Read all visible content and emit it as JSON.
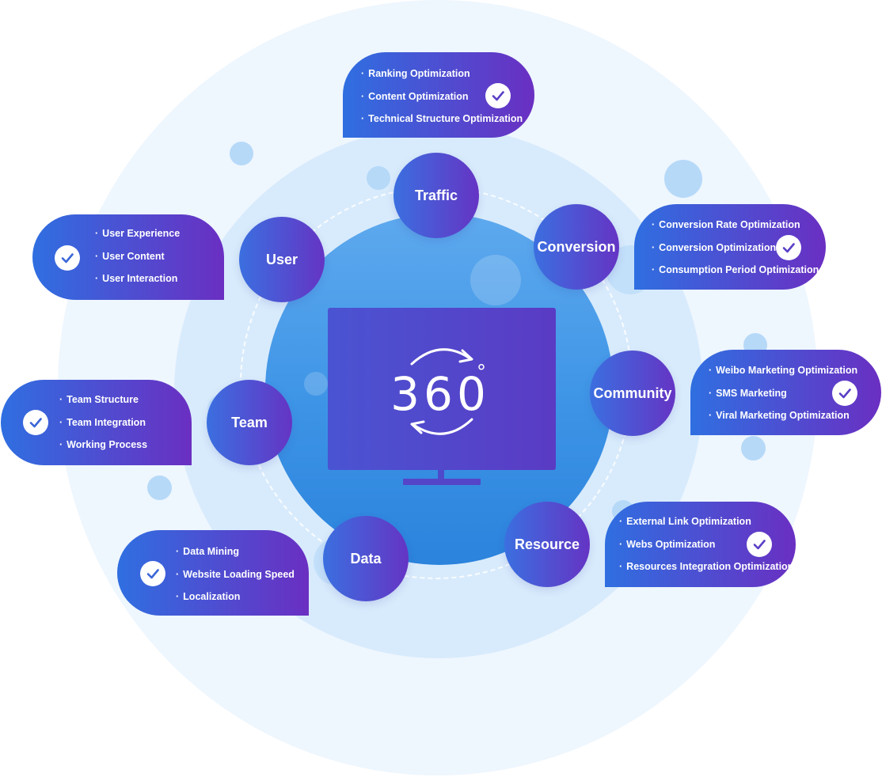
{
  "center": {
    "display_text": "360",
    "degree_symbol": "°"
  },
  "colors": {
    "card_gradient_start": "#2f6fe1",
    "card_gradient_end": "#6a2fc2",
    "outer_ring": "#eef6fe",
    "middle_ring": "#d8ebfc",
    "inner_circle": "#3d94e6"
  },
  "nodes": [
    {
      "id": "traffic",
      "label": "Traffic"
    },
    {
      "id": "conversion",
      "label": "Conversion"
    },
    {
      "id": "community",
      "label": "Community"
    },
    {
      "id": "resource",
      "label": "Resource"
    },
    {
      "id": "data",
      "label": "Data"
    },
    {
      "id": "team",
      "label": "Team"
    },
    {
      "id": "user",
      "label": "User"
    }
  ],
  "cards": {
    "traffic": {
      "items": [
        "Ranking Optimization",
        "Content Optimization",
        "Technical Structure Optimization"
      ],
      "icon": "check-icon"
    },
    "conversion": {
      "items": [
        "Conversion Rate Optimization",
        "Conversion Optimization",
        "Consumption Period Optimization"
      ],
      "icon": "check-icon"
    },
    "community": {
      "items": [
        "Weibo Marketing Optimization",
        "SMS Marketing",
        "Viral Marketing Optimization"
      ],
      "icon": "check-icon"
    },
    "resource": {
      "items": [
        "External Link Optimization",
        "Webs Optimization",
        "Resources Integration Optimization"
      ],
      "icon": "check-icon"
    },
    "data": {
      "items": [
        "Data Mining",
        "Website Loading Speed",
        "Localization"
      ],
      "icon": "check-icon"
    },
    "team": {
      "items": [
        "Team Structure",
        "Team Integration",
        "Working Process"
      ],
      "icon": "check-icon"
    },
    "user": {
      "items": [
        "User Experience",
        "User Content",
        "User Interaction"
      ],
      "icon": "check-icon"
    }
  }
}
